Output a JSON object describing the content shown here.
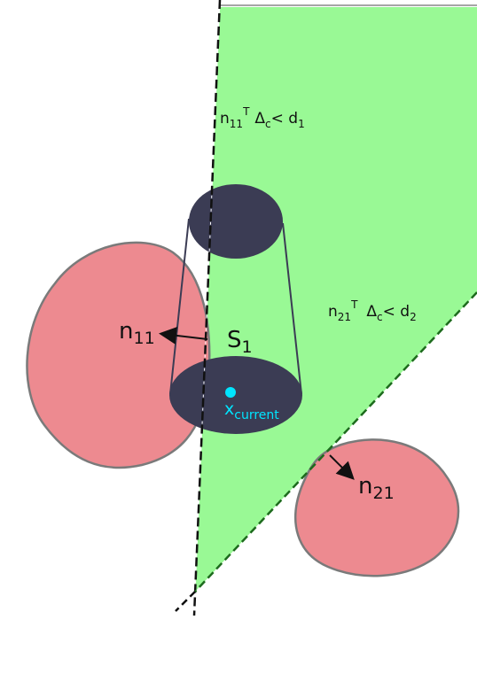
{
  "colors": {
    "free_region": "#99f995",
    "obstacle": "#ed8a90",
    "obstacle_stroke": "#7a7a7a",
    "corridor": "#3b3c54",
    "current_point": "#00e5ff",
    "ink": "#111111",
    "dashed_dark_green": "#1d6b1d"
  },
  "labels": {
    "constraint1": {
      "base": "n",
      "sub": "11",
      "sup": "T",
      "delta": "Δ",
      "delta_sub": "c",
      "rhs": "< d",
      "rhs_sub": "1"
    },
    "constraint2": {
      "base": "n",
      "sub": "21",
      "sup": "T",
      "delta": "Δ",
      "delta_sub": "c",
      "rhs": "< d",
      "rhs_sub": "2"
    },
    "normal1": {
      "base": "n",
      "sub": "11"
    },
    "normal2": {
      "base": "n",
      "sub": "21"
    },
    "segment": {
      "base": "S",
      "sub": "1"
    },
    "point": {
      "base": "x",
      "sub": "current"
    }
  },
  "icons": {
    "free_region": "green-halfspace-polygon",
    "obstacles": "red-blob",
    "corridor": "dark-ellipse-frustum",
    "arrow": "arrowhead"
  }
}
